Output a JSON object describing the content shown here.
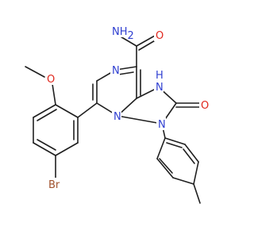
{
  "molecule": {
    "colors": {
      "bond": "#1f1f1f",
      "carbon": "#1f1f1f",
      "nitrogen": "#2f3fd1",
      "oxygen": "#e0261c",
      "bromine": "#a0522d"
    },
    "atom_labels": {
      "amide_nh2": "NH",
      "amide_nh2_sub": "2",
      "amide_o": "O",
      "methoxy_o": "O",
      "pyrimidine_n1": "N",
      "pyrimidine_n3": "N",
      "imidazole_nh": "NH",
      "imidazole_h": "H",
      "imidazole_n9": "N",
      "keto_o": "O",
      "bromine": "Br"
    }
  }
}
